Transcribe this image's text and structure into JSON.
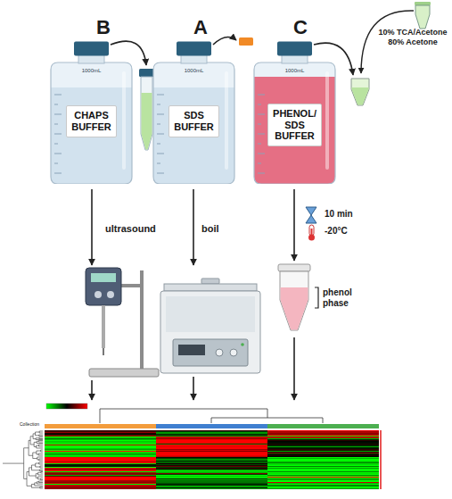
{
  "diagram": {
    "nodes": [
      {
        "text": [
          "1000mL"
        ]
      },
      {
        "text": [
          "CHAPS BUFFER"
        ],
        "in": 0
      },
      {
        "text": [
          "1000mL"
        ]
      },
      {
        "text": [
          "SDS BUFFER"
        ],
        "in": 2
      },
      {
        "text": [
          "1000mL"
        ]
      },
      {
        "text": [
          "PHENOL/ SDS BUFFER"
        ],
        "in": 4
      }
    ],
    "labels": [
      "B",
      "A",
      "C",
      "10% TCA/Acetone",
      "80% Acetone",
      "ultrasound",
      "boil",
      "10 min",
      "-20°C",
      "phenol phase",
      "Collection"
    ]
  }
}
